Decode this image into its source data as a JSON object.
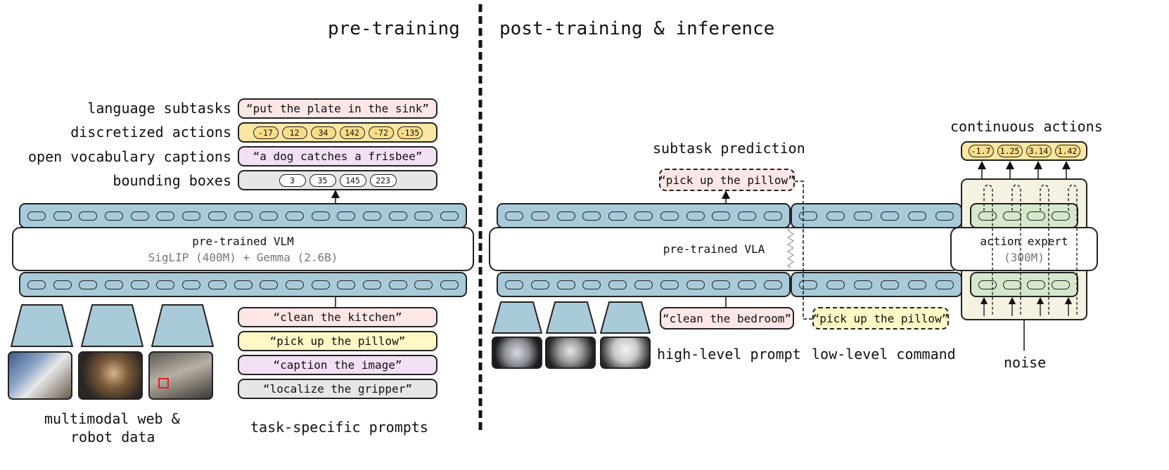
{
  "pretraining": {
    "title": "pre-training",
    "output_labels": {
      "language_subtasks": "language subtasks",
      "discretized_actions": "discretized actions",
      "open_vocab_captions": "open vocabulary captions",
      "bounding_boxes": "bounding boxes"
    },
    "outputs": {
      "language_subtask": "“put the plate in the sink”",
      "discretized_actions": [
        "-17",
        "12",
        "34",
        "142",
        "-72",
        "-135"
      ],
      "caption": "“a dog catches a frisbee”",
      "bounding_boxes": [
        "3",
        "35",
        "145",
        "223"
      ]
    },
    "model": {
      "name": "pre-trained VLM",
      "detail": "SigLIP (400M) + Gemma (2.6B)"
    },
    "prompts": [
      "“clean the kitchen”",
      "“pick up the pillow”",
      "“caption the image”",
      "“localize the gripper”"
    ],
    "data_label_line1": "multimodal web &",
    "data_label_line2": "robot data",
    "prompts_label": "task-specific prompts"
  },
  "posttraining": {
    "title": "post-training & inference",
    "subtask_label": "subtask prediction",
    "subtask_output": "“pick up the pillow”",
    "model": {
      "name": "pre-trained VLA"
    },
    "expert": {
      "name": "action expert",
      "detail": "(300M)"
    },
    "continuous_label": "continuous actions",
    "continuous_actions": [
      "-1.7",
      "1.25",
      "3.14",
      "1.42"
    ],
    "high_level_prompt": "“clean the bedroom”",
    "high_level_label": "high-level prompt",
    "low_level_command": "“pick up the pillow”",
    "low_level_label": "low-level command",
    "noise_label": "noise"
  },
  "colors": {
    "encoder_blue": "#a9cbd9",
    "pink": "#fde7e6",
    "yellow": "#fff7c4",
    "purple": "#f4e0f6",
    "gray": "#e6e6e6",
    "expert_bg": "#f6f2e2",
    "expert_green": "#d6e7cc"
  }
}
